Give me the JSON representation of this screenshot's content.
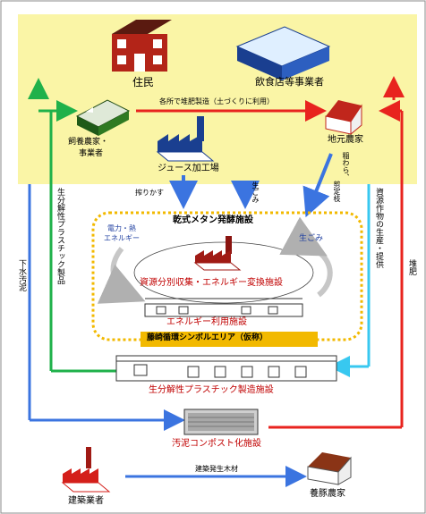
{
  "title_labels": {
    "jumin": "住民",
    "inshoku": "飲食店等事業者",
    "kakusho": "各所で堆肥製造（土づくりに利用）",
    "shiyo": "飼養農家・",
    "shiyo2": "事業者",
    "jimoto": "地元農家",
    "juice": "ジュース加工場",
    "shiborikasu": "搾りかす",
    "namagomi_v": "生ごみ",
    "inawara": "稲わら、",
    "sentei": "剪定枝"
  },
  "vertical_labels": {
    "bio_plastic": "生分解性プラスチック製品",
    "gesui": "下水汚泥",
    "shigen": "資源作物の生産・提供",
    "taihi": "堆肥"
  },
  "facility": {
    "kanshiki": "乾式メタン発酵施設",
    "denryoku": "電力・熱",
    "energy": "エネルギー",
    "namagomi": "生ごみ",
    "bunbetsu": "資源分別収集・エネルギー変換施設",
    "riyou": "エネルギー利用施設",
    "area": "藤崎循環シンボルエリア（仮称）"
  },
  "bottom": {
    "plastic_plant": "生分解性プラスチック製造施設",
    "compost": "汚泥コンポスト化施設",
    "kensetsu": "建築業者",
    "mokuzai": "建築発生木材",
    "youton": "養豚農家"
  },
  "colors": {
    "top_band": "#faf5a6",
    "red": "#e8231e",
    "green": "#1fb14a",
    "blue": "#3b74e0",
    "cyan": "#38c8f0",
    "gold": "#f2b900"
  }
}
